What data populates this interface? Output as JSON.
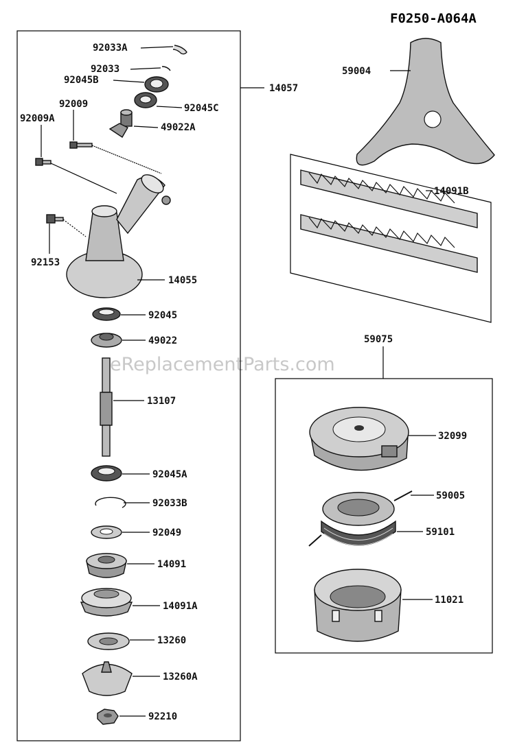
{
  "diagram_code": "F0250-A064A",
  "watermark": "eReplacementParts.com",
  "callouts": {
    "p92033A": "92033A",
    "p92033": "92033",
    "p92045B": "92045B",
    "p92009": "92009",
    "p92009A": "92009A",
    "p92045C": "92045C",
    "p49022A": "49022A",
    "p14057": "14057",
    "p92153": "92153",
    "p14055": "14055",
    "p92045": "92045",
    "p49022": "49022",
    "p13107": "13107",
    "p92045A": "92045A",
    "p92033B": "92033B",
    "p92049": "92049",
    "p14091": "14091",
    "p14091A": "14091A",
    "p13260": "13260",
    "p13260A": "13260A",
    "p92210": "92210",
    "p59004": "59004",
    "p14091B": "14091B",
    "p59075": "59075",
    "p32099": "32099",
    "p59005": "59005",
    "p59101": "59101",
    "p11021": "11021"
  }
}
